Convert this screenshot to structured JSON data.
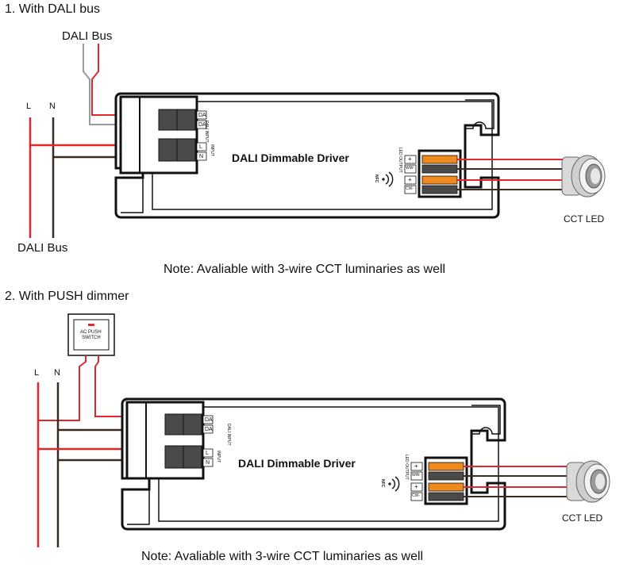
{
  "section1": {
    "title": "1. With DALI bus",
    "dali_bus_top": "DALI Bus",
    "dali_bus_bottom": "DALI Bus",
    "line_l": "L",
    "line_n": "N",
    "driver_label": "DALI Dimmable Driver",
    "term_da1": "DA",
    "term_da2": "DA",
    "dali_input": "DALI INPUT",
    "term_l": "L",
    "term_n": "N",
    "input": "INPUT",
    "led_output": "LED OUTPUT",
    "out_plus": "+",
    "out_ww": "WW-",
    "out_plus2": "+",
    "out_cw": "CW-",
    "nfc": "NFC",
    "led_label": "CCT LED",
    "note": "Note: Avaliable with 3-wire CCT luminaries as well"
  },
  "section2": {
    "title": "2. With PUSH dimmer",
    "switch_text1": "AC PUSH",
    "switch_text2": "SWITCH",
    "line_l": "L",
    "line_n": "N",
    "driver_label": "DALI Dimmable Driver",
    "term_da1": "DA",
    "term_da2": "DA",
    "dali_input": "DALI INPUT",
    "term_l": "L",
    "term_n": "N",
    "input": "INPUT",
    "led_output": "LED OUTPUT",
    "out_plus": "+",
    "out_ww": "WW-",
    "out_plus2": "+",
    "out_cw": "CW-",
    "nfc": "NFC",
    "led_label": "CCT LED",
    "note": "Note: Avaliable with 3-wire CCT luminaries as well"
  },
  "colors": {
    "live": "#e3262b",
    "neutral": "#3a2a22",
    "dali_grey": "#9a9a9a",
    "terminal_orange": "#f08a1e",
    "terminal_dark": "#4a4a4a",
    "outline": "#111111"
  }
}
